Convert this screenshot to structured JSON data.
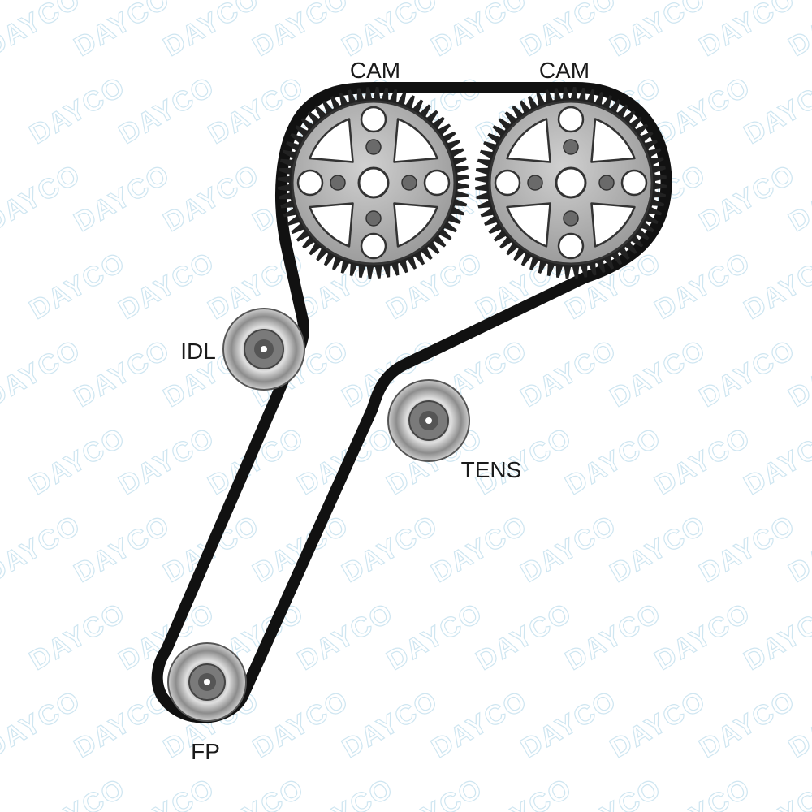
{
  "watermark": "DAYCO",
  "labels": {
    "cam_left": "CAM",
    "cam_right": "CAM",
    "idler": "IDL",
    "tensioner": "TENS",
    "fuel_pump": "FP"
  },
  "colors": {
    "belt": "#111111",
    "gear_face": "#b9b9b9",
    "gear_teeth": "#222222",
    "pulley_light": "#d6d6d6",
    "pulley_dark": "#5a5a5a",
    "watermark": "#cfe6f1"
  }
}
